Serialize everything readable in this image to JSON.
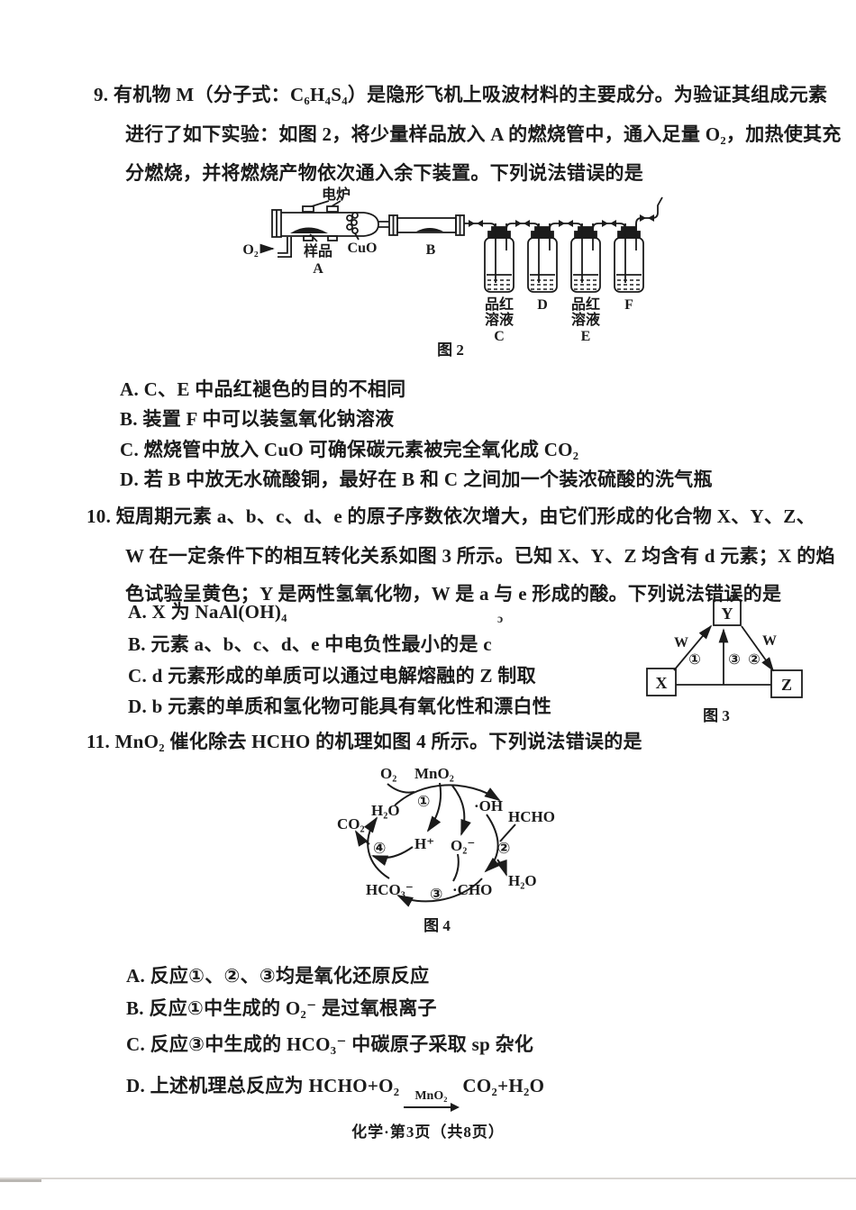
{
  "page": {
    "footer": "化学·第3页（共8页）",
    "stray_mark": "ɔ"
  },
  "q9": {
    "lines": [
      "9. 有机物 M（分子式：C₆H₄S₄）是隐形飞机上吸波材料的主要成分。为验证其组成元素",
      "进行了如下实验：如图 2，将少量样品放入 A 的燃烧管中，通入足量 O₂，加热使其充",
      "分燃烧，并将燃烧产物依次通入余下装置。下列说法错误的是"
    ],
    "options": [
      "A. C、E 中品红褪色的目的不相同",
      "B. 装置 F 中可以装氢氧化钠溶液",
      "C. 燃烧管中放入 CuO 可确保碳元素被完全氧化成 CO₂",
      "D. 若 B 中放无水硫酸铜，最好在 B 和 C 之间加一个装浓硫酸的洗气瓶"
    ],
    "fig2": {
      "caption": "图 2",
      "labels": {
        "dianlu": "电炉",
        "o2": "O₂",
        "yangpin": "样品",
        "A": "A",
        "cuo": "CuO",
        "B": "B",
        "pinhong_c1": "品红",
        "pinhong_c2": "溶液",
        "C": "C",
        "D": "D",
        "pinhong_e1": "品红",
        "pinhong_e2": "溶液",
        "E": "E",
        "F": "F"
      }
    }
  },
  "q10": {
    "lines": [
      "10. 短周期元素 a、b、c、d、e 的原子序数依次增大，由它们形成的化合物 X、Y、Z、",
      "W 在一定条件下的相互转化关系如图 3 所示。已知 X、Y、Z 均含有 d 元素；X 的焰",
      "色试验呈黄色；Y 是两性氢氧化物，W 是 a 与 e 形成的酸。下列说法错误的是"
    ],
    "options": [
      "A. X 为 NaAl(OH)₄",
      "B. 元素 a、b、c、d、e 中电负性最小的是 c",
      "C. d 元素形成的单质可以通过电解熔融的 Z 制取",
      "D. b 元素的单质和氢化物可能具有氧化性和漂白性"
    ],
    "fig3": {
      "caption": "图 3",
      "labels": {
        "X": "X",
        "Y": "Y",
        "Z": "Z",
        "W_left": "W",
        "W_right": "W",
        "r1": "①",
        "r2": "②",
        "r3": "③"
      }
    }
  },
  "q11": {
    "stem": "11. MnO₂ 催化除去 HCHO 的机理如图 4 所示。下列说法错误的是",
    "options": [
      "A. 反应①、②、③均是氧化还原反应",
      "B. 反应①中生成的 O₂⁻ 是过氧根离子",
      "C. 反应③中生成的 HCO₃⁻ 中碳原子采取 sp 杂化"
    ],
    "optionD": {
      "prefix": "D. 上述机理总反应为 HCHO+O₂",
      "catalyst": "MnO₂",
      "suffix": "CO₂+H₂O"
    },
    "fig4": {
      "caption": "图 4",
      "labels": {
        "o2": "O₂",
        "mno2": "MnO₂",
        "r1": "①",
        "h2o_top": "H₂O",
        "co2": "CO₂",
        "oh": "·OH",
        "hcho": "HCHO",
        "h_plus": "H⁺",
        "r4": "④",
        "o2_minus": "O₂⁻",
        "r2": "②",
        "h2o_right": "H₂O",
        "hco3": "HCO₃⁻",
        "r3": "③",
        "cho": "·CHO"
      }
    }
  }
}
